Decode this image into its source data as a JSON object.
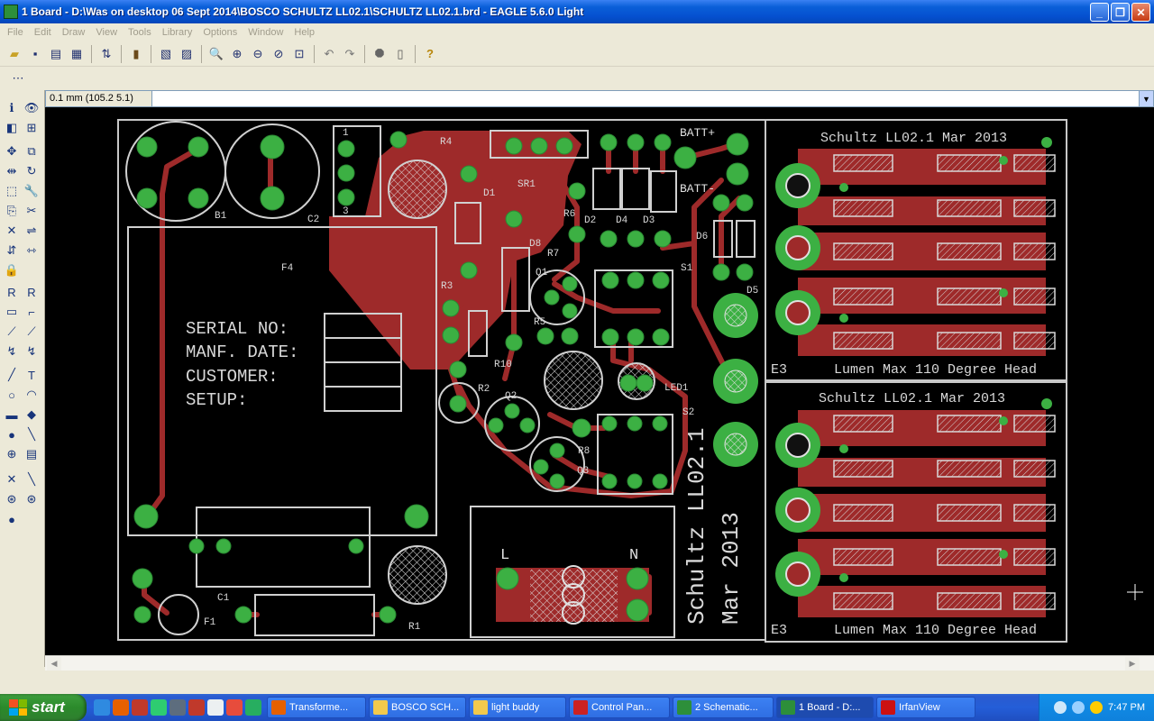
{
  "window": {
    "title": "1 Board - D:\\Was on desktop 06 Sept 2014\\BOSCO SCHULTZ LL02.1\\SCHULTZ LL02.1.brd - EAGLE 5.6.0 Light",
    "minimize": "_",
    "maximize": "❐",
    "close": "✕"
  },
  "menu": [
    "File",
    "Edit",
    "Draw",
    "View",
    "Tools",
    "Library",
    "Options",
    "Window",
    "Help"
  ],
  "coord_display": "0.1 mm (105.2 5.1)",
  "board": {
    "colors": {
      "background": "#000000",
      "copper": "#9e2a2a",
      "pad": "#3cb043",
      "outline": "#c8c8c8"
    },
    "labels": {
      "serial": "SERIAL NO:",
      "manf": "MANF. DATE:",
      "customer": "CUSTOMER:",
      "setup": "SETUP:",
      "batt_pos": "BATT+",
      "batt_neg": "BATT-",
      "vertical_1": "Schultz LL02.1",
      "vertical_2": "Mar 2013",
      "panel_top_title": "Schultz LL02.1 Mar 2013",
      "panel_top_footer": "Lumen Max 110 Degree Head",
      "panel_top_e": "E3",
      "panel_bot_title": "Schultz LL02.1 Mar 2013",
      "panel_bot_footer": "Lumen Max 110 Degree Head",
      "panel_bot_e": "E3",
      "L": "L",
      "N": "N"
    },
    "components": [
      "R4",
      "D1",
      "B1",
      "C2",
      "F4",
      "SR1",
      "R6",
      "D2",
      "D4",
      "D3",
      "D6",
      "S1",
      "D5",
      "D8",
      "R7",
      "Q1",
      "R3",
      "R5",
      "R10",
      "R2",
      "Q2",
      "LED1",
      "S2",
      "R8",
      "Q3",
      "C1",
      "F1",
      "R1",
      "3",
      "1"
    ]
  },
  "taskbar": {
    "start": "start",
    "tasks": [
      {
        "label": "Transforme...",
        "icon_color": "#e66000"
      },
      {
        "label": "BOSCO SCH...",
        "icon_color": "#f2c94c"
      },
      {
        "label": "light buddy",
        "icon_color": "#f2c94c"
      },
      {
        "label": "Control Pan...",
        "icon_color": "#cc2222"
      },
      {
        "label": "2 Schematic...",
        "icon_color": "#2d8f3a"
      },
      {
        "label": "1 Board - D:...",
        "icon_color": "#2d8f3a"
      },
      {
        "label": "IrfanView",
        "icon_color": "#cc1111"
      }
    ],
    "clock": "7:47 PM"
  }
}
